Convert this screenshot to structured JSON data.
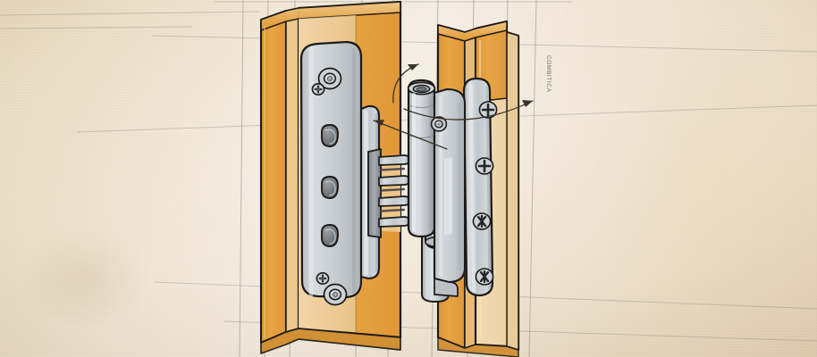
{
  "scene": {
    "title": "Concealed door hinge assembly sketch",
    "subject": "three-dimensional hinge between door leaf and door frame",
    "style": "hand-drawn CAD sketch on textured paper",
    "background_color": "#eddfc8"
  },
  "annotations": {
    "vertical_text": "COMBITICA",
    "arrows": [
      {
        "name": "left-plate-arrow",
        "label": "",
        "direction": "left"
      },
      {
        "name": "hinge-body-arrow",
        "label": "",
        "direction": "up"
      },
      {
        "name": "frame-plate-arrow",
        "label": "",
        "direction": "right"
      }
    ]
  },
  "parts": {
    "door_leaf": {
      "name": "door leaf",
      "front_color": "#e39c3a",
      "edge_color": "#efd4a6",
      "outline_color": "#23201c"
    },
    "door_frame": {
      "name": "door frame jamb",
      "front_color": "#e39c3a",
      "edge_color": "#f0d6ad",
      "outline_color": "#23201c"
    },
    "leaf_plate": {
      "name": "hinge leaf mounting plate",
      "metal_color": "#c6cacd",
      "slot_count": 3,
      "screw_count": 4
    },
    "frame_plate": {
      "name": "hinge frame mounting plate",
      "metal_color": "#c2c7cb",
      "screw_count": 4
    },
    "hinge_body": {
      "name": "hinge knuckle body",
      "metal_color": "#c8ccd0",
      "knuckle_count": 3
    }
  },
  "colors": {
    "paper": "#eddfc8",
    "wood_light": "#f0d6ad",
    "wood_dark": "#e39c3a",
    "metal_light": "#d6dadd",
    "metal_mid": "#c2c7cb",
    "metal_dark": "#8f9498",
    "ink": "#1d1a17",
    "guide": "#8d8d8a"
  }
}
